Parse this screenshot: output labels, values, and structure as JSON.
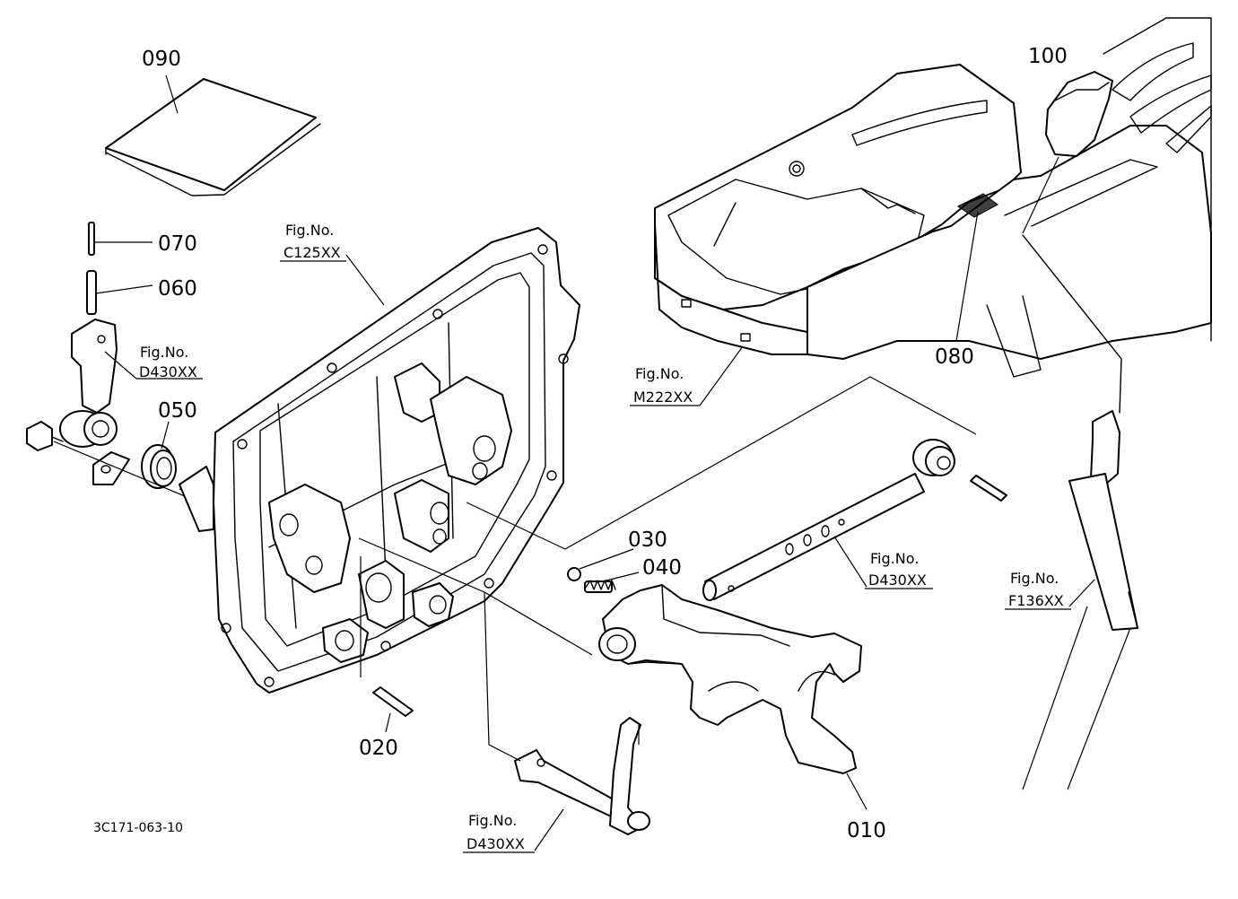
{
  "callouts": {
    "p010": "010",
    "p020": "020",
    "p030": "030",
    "p040": "040",
    "p050": "050",
    "p060": "060",
    "p070": "070",
    "p080": "080",
    "p090": "090",
    "p100": "100"
  },
  "figure_refs": {
    "label": "Fig.No.",
    "c125": "C125XX",
    "d430_upper": "D430XX",
    "m222": "M222XX",
    "d430_middle": "D430XX",
    "f136": "F136XX",
    "d430_lower": "D430XX"
  },
  "document_id": "3C171-063-10"
}
